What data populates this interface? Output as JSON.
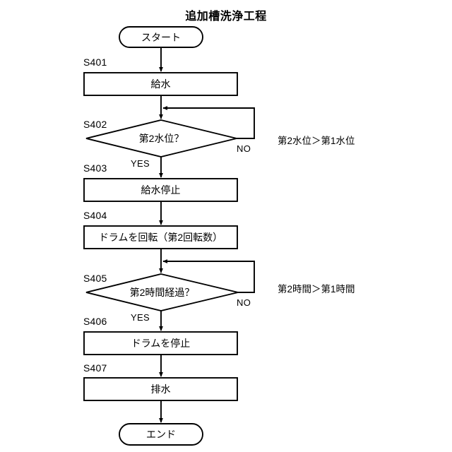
{
  "diagram": {
    "title": "追加槽洗浄工程",
    "type": "flowchart",
    "terminals": {
      "start": "スタート",
      "end": "エンド"
    },
    "branch_labels": {
      "yes": "YES",
      "no": "NO"
    },
    "steps": [
      {
        "id": "S401",
        "shape": "process",
        "text": "給水"
      },
      {
        "id": "S402",
        "shape": "decision",
        "text": "第2水位？"
      },
      {
        "id": "S403",
        "shape": "process",
        "text": "給水停止"
      },
      {
        "id": "S404",
        "shape": "process",
        "text": "ドラムを回転（第2回転数）"
      },
      {
        "id": "S405",
        "shape": "decision",
        "text": "第2時間経過？"
      },
      {
        "id": "S406",
        "shape": "process",
        "text": "ドラムを停止"
      },
      {
        "id": "S407",
        "shape": "process",
        "text": "排水"
      }
    ],
    "notes": [
      {
        "text": "第2水位＞第1水位"
      },
      {
        "text": "第2時間＞第1時間"
      }
    ],
    "colors": {
      "stroke": "#000000",
      "background": "#ffffff",
      "text": "#000000"
    }
  }
}
